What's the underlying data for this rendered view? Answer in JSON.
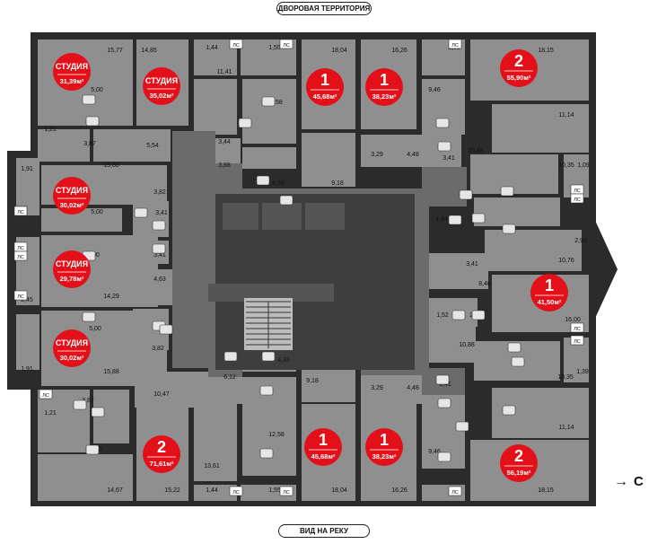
{
  "top_label": "ДВОРОВАЯ ТЕРРИТОРИЯ",
  "bottom_label": "ВИД НА РЕКУ",
  "compass": {
    "arrow": "→",
    "letter": "С"
  },
  "colors": {
    "wall": "#2b2b2b",
    "room": "#8f8f8f",
    "corridor": "#6b6b6b",
    "core": "#3e3e3e",
    "badge": "#e3101a"
  },
  "apartments": [
    {
      "id": "a1",
      "type": "СТУДИЯ",
      "area": "31,39м²"
    },
    {
      "id": "a2",
      "type": "СТУДИЯ",
      "area": "35,02м²"
    },
    {
      "id": "a3",
      "type": "1",
      "area": "45,68м²"
    },
    {
      "id": "a4",
      "type": "1",
      "area": "38,23м²"
    },
    {
      "id": "a5",
      "type": "2",
      "area": "55,90м²"
    },
    {
      "id": "a6",
      "type": "СТУДИЯ",
      "area": "30,02м²"
    },
    {
      "id": "a7",
      "type": "СТУДИЯ",
      "area": "29,78м²"
    },
    {
      "id": "a8",
      "type": "1",
      "area": "41,50м²"
    },
    {
      "id": "a9",
      "type": "СТУДИЯ",
      "area": "30,02м²"
    },
    {
      "id": "a10",
      "type": "2",
      "area": "71,61м²"
    },
    {
      "id": "a11",
      "type": "1",
      "area": "45,68м²"
    },
    {
      "id": "a12",
      "type": "1",
      "area": "38,23м²"
    },
    {
      "id": "a13",
      "type": "2",
      "area": "56,19м²"
    }
  ],
  "room_areas": [
    "15,77",
    "14,85",
    "1,44",
    "1,55",
    "18,04",
    "16,26",
    "1,33",
    "18,15",
    "11,41",
    "5,00",
    "12,58",
    "9,46",
    "11,14",
    "1,21",
    "3,87",
    "5,54",
    "3,44",
    "3,88",
    "4,33",
    "9,18",
    "3,29",
    "4,48",
    "3,41",
    "10,88",
    "10,35",
    "1,09",
    "1,91",
    "15,88",
    "3,82",
    "3,41",
    "5,00",
    "1,44",
    "2,85",
    "2,93",
    "5,00",
    "3,41",
    "4,63",
    "3,41",
    "10,76",
    "8,40",
    "2,45",
    "14,29",
    "1,52",
    "2,76",
    "16,00",
    "5,00",
    "3,41",
    "3,82",
    "10,88",
    "4,33",
    "1,91",
    "15,88",
    "10,35",
    "1,39",
    "10,47",
    "6,12",
    "9,18",
    "3,29",
    "4,48",
    "3,41",
    "3,87",
    "1,21",
    "12,58",
    "9,46",
    "11,14",
    "5,00",
    "13,61",
    "14,67",
    "15,22",
    "1,44",
    "1,55",
    "18,04",
    "16,26",
    "1,33",
    "18,15"
  ],
  "fixture_labels": [
    "ЛС",
    "ЛС",
    "ЛС",
    "ЛС",
    "ЛС",
    "ЛС",
    "ЛС",
    "ЛС",
    "ЛС",
    "ЛС",
    "ЛС",
    "ЛС",
    "ЛС",
    "ЛС",
    "ЛС",
    "ЛС"
  ]
}
